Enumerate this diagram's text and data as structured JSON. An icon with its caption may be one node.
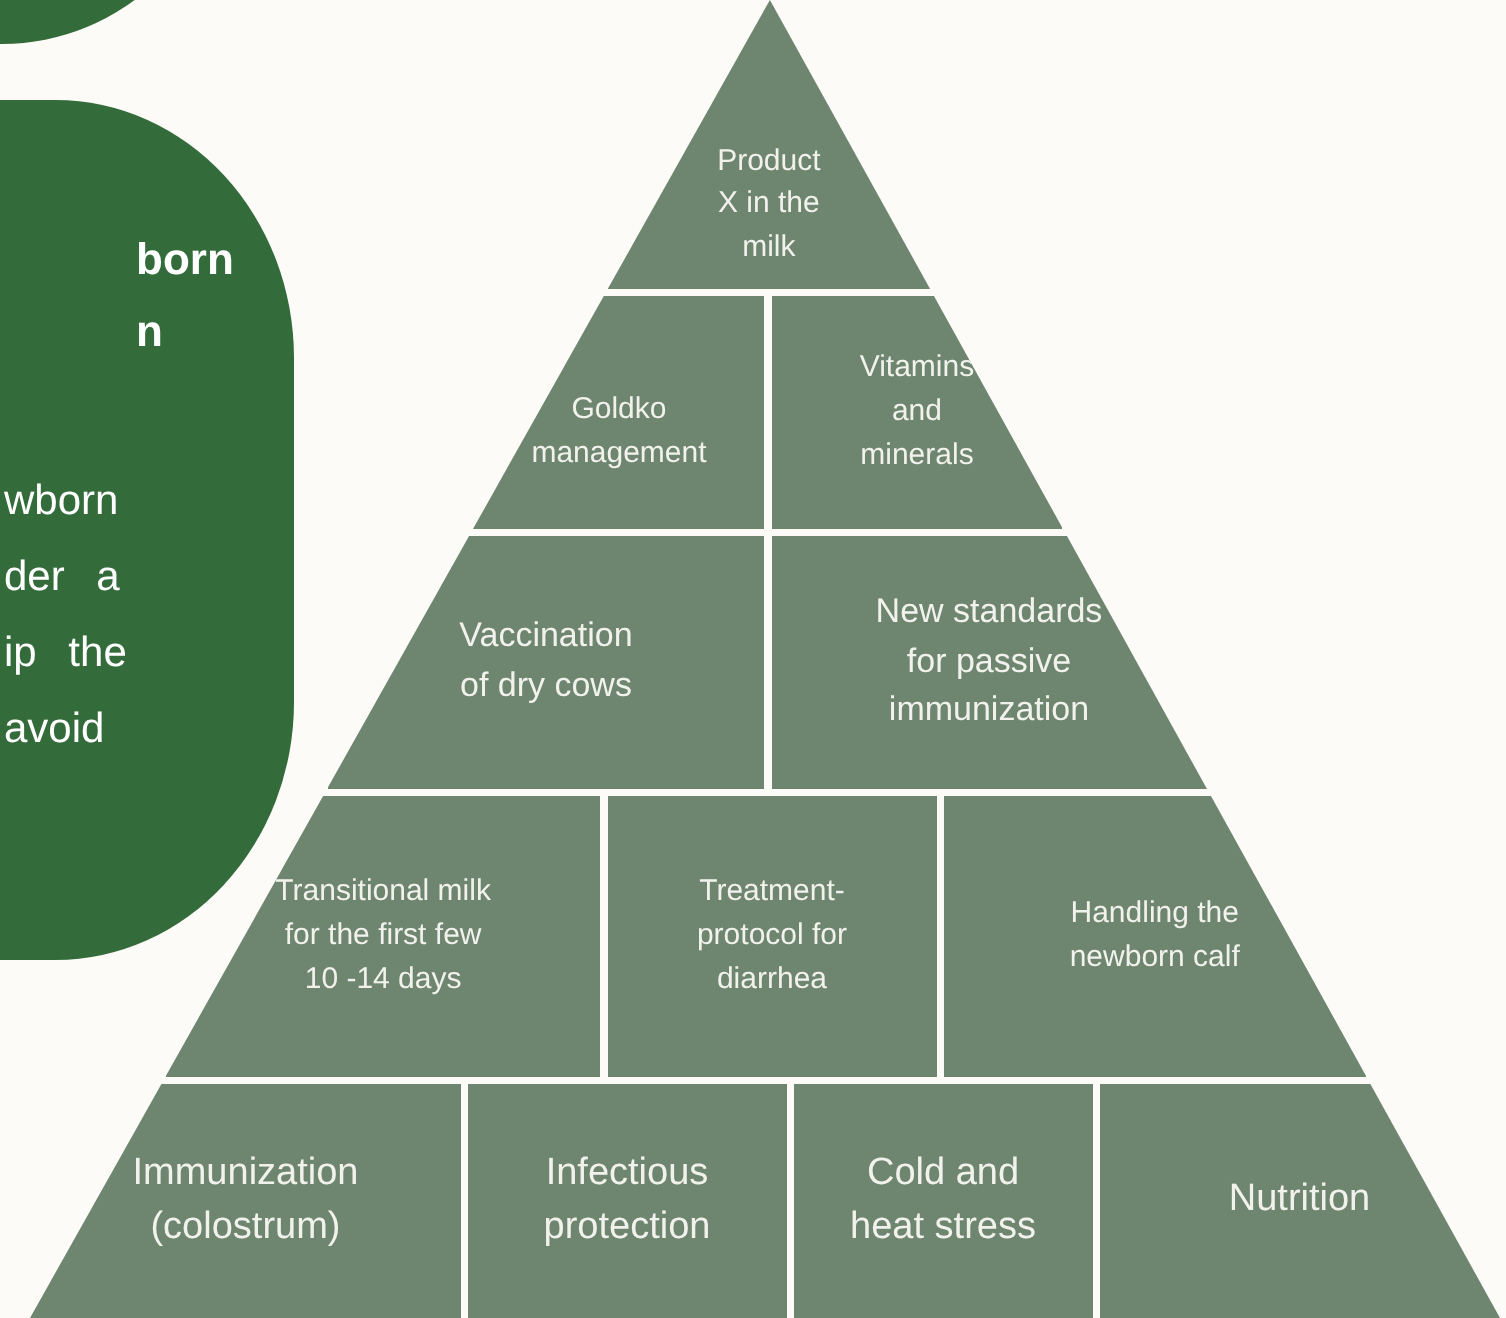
{
  "diagram": {
    "nodes": [
      {
        "text": [],
        "shape": "circle"
      },
      {
        "text": [
          "born n",
          "wborn der a ip the avoid"
        ]
      },
      {
        "text": [
          "Product X in the milk"
        ]
      },
      {
        "text": [
          "Goldko management"
        ]
      },
      {
        "text": [
          "Vitamins and minerals"
        ]
      },
      {
        "text": [
          "Vaccination of dry cows"
        ]
      },
      {
        "text": [
          "New standards for passive immunization"
        ]
      },
      {
        "text": [
          "Transitional milk for the first few 10 -14 days"
        ]
      },
      {
        "text": [
          "Treatment-protocol for diarrhea"
        ]
      },
      {
        "text": [
          "Handling the newborn calf"
        ]
      },
      {
        "text": [
          "Immunization (colostrum)"
        ]
      },
      {
        "text": [
          "Infectious protection"
        ]
      },
      {
        "text": [
          "Cold and heat stress"
        ]
      },
      {
        "text": [
          "Nutrition"
        ]
      }
    ]
  }
}
